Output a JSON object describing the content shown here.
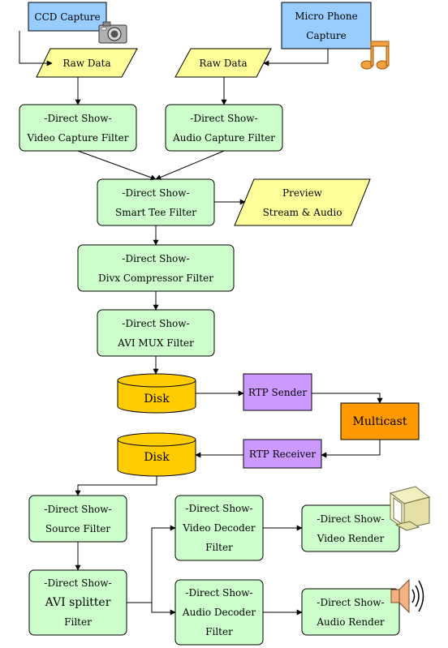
{
  "colors": {
    "source_box": "#99ccff",
    "data_shape": "#ffff99",
    "filter_box": "#ccffcc",
    "disk": "#ffcc00",
    "rtp_box": "#cc99ff",
    "multicast": "#ff9900"
  },
  "icons": {
    "camera": "camera-icon",
    "music": "music-note-icon",
    "monitor": "monitor-icon",
    "speaker": "speaker-icon"
  },
  "nodes": {
    "ccd_capture": "CCD Capture",
    "mic_line1": "Micro Phone",
    "mic_line2": "Capture",
    "raw_data_left": "Raw Data",
    "raw_data_right": "Raw Data",
    "video_capture_l1": "-Direct Show-",
    "video_capture_l2": "Video Capture Filter",
    "audio_capture_l1": "-Direct Show-",
    "audio_capture_l2": "Audio Capture Filter",
    "smart_tee_l1": "-Direct Show-",
    "smart_tee_l2": "Smart Tee Filter",
    "preview_l1": "Preview",
    "preview_l2": "Stream & Audio",
    "divx_l1": "-Direct Show-",
    "divx_l2": "Divx Compressor Filter",
    "avi_mux_l1": "-Direct Show-",
    "avi_mux_l2": "AVI MUX Filter",
    "disk_top": "Disk",
    "rtp_sender": "RTP Sender",
    "multicast": "Multicast",
    "rtp_receiver": "RTP Receiver",
    "disk_bottom": "Disk",
    "source_l1": "-Direct Show-",
    "source_l2": "Source Filter",
    "avi_splitter_l1": "-Direct Show-",
    "avi_splitter_l2": "AVI splitter",
    "avi_splitter_l3": "Filter",
    "video_decoder_l1": "-Direct Show-",
    "video_decoder_l2": "Video Decoder",
    "video_decoder_l3": "Filter",
    "audio_decoder_l1": "-Direct Show-",
    "audio_decoder_l2": "Audio Decoder",
    "audio_decoder_l3": "Filter",
    "video_render_l1": "-Direct Show-",
    "video_render_l2": "Video Render",
    "audio_render_l1": "-Direct Show-",
    "audio_render_l2": "Audio Render"
  }
}
